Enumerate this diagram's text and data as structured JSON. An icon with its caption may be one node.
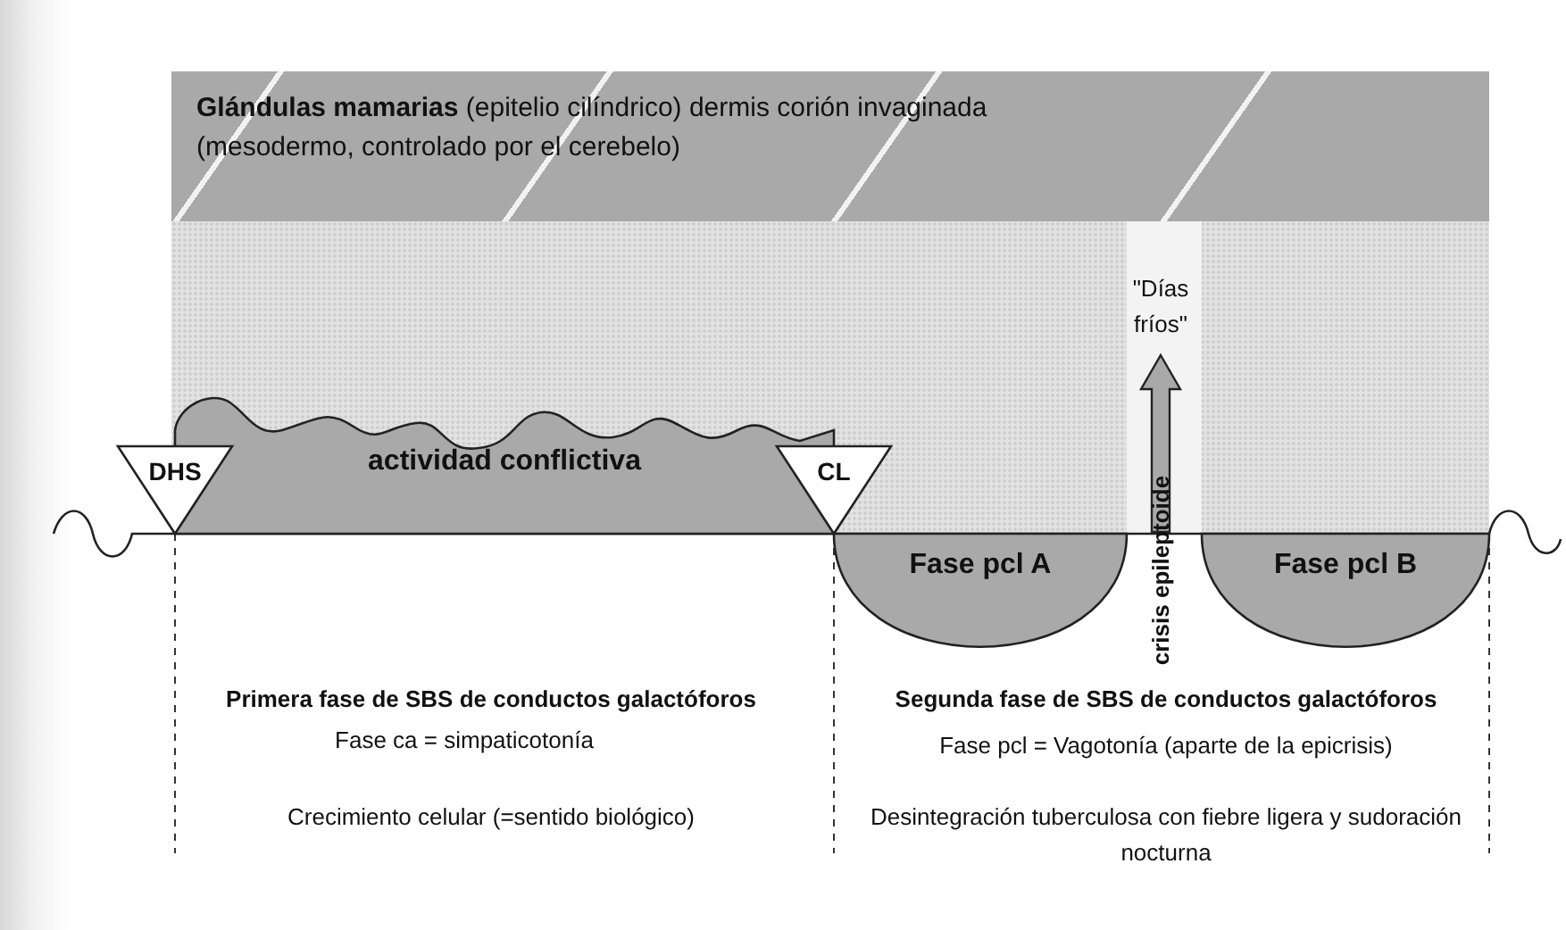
{
  "diagram": {
    "nodes": [
      {
        "text": [
          "**Glándulas mamarias**  (epitelio cilíndrico) dermis corión invaginada (mesodermo, controlado por el cerebelo)"
        ]
      },
      {
        "text": [
          "DHS"
        ]
      },
      {
        "text": [
          "CL"
        ]
      },
      {
        "text": [
          "actividad conflictiva"
        ]
      },
      {
        "text": [
          "Fase pcl A"
        ]
      },
      {
        "text": [
          "Fase pcl B"
        ]
      }
    ],
    "labels": [
      "\"Días fríos\"",
      "crisis epileptoide",
      "Primera fase de SBS de conductos galactóforos",
      "Segunda fase de SBS de conductos galactóforos",
      "Fase ca = simpaticotonía",
      "Fase pcl = Vagotonía (aparte de la epicrisis)",
      "Crecimiento celular (=sentido biológico)",
      "Desintegración tuberculosa con fiebre ligera y sudoración nocturna"
    ]
  }
}
